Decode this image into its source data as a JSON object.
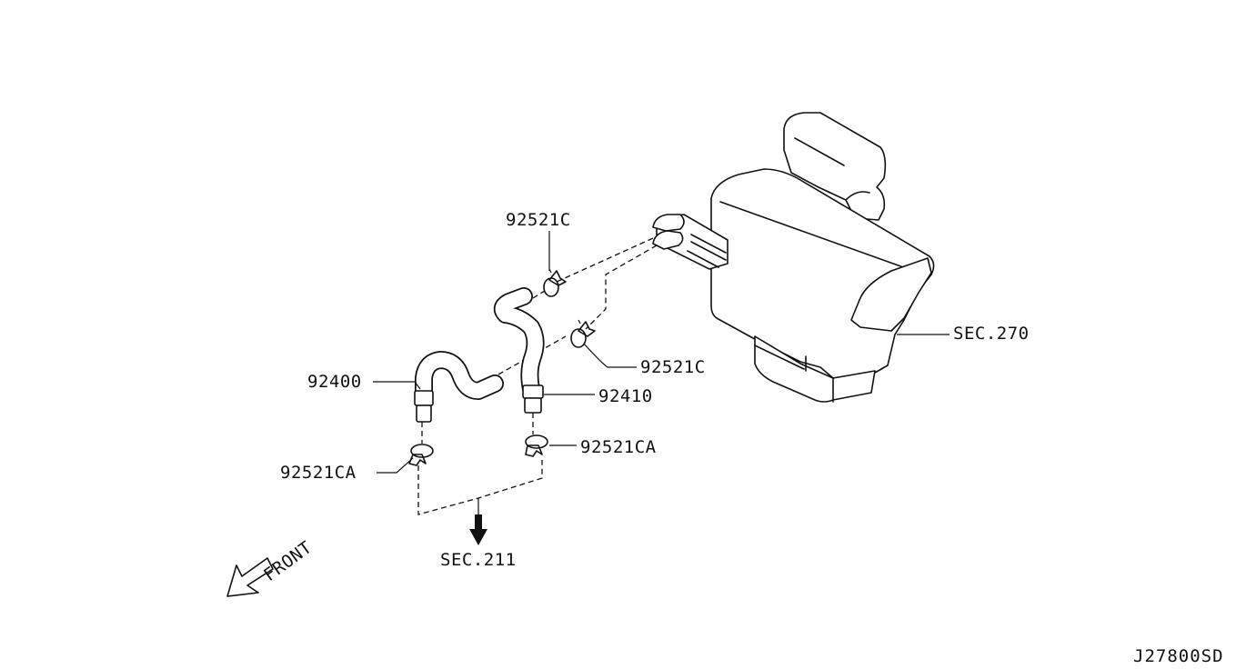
{
  "labels": {
    "part_92521c_top": "92521C",
    "part_92521c_mid": "92521C",
    "part_92400": "92400",
    "part_92410": "92410",
    "part_92521ca_left": "92521CA",
    "part_92521ca_right": "92521CA",
    "sec_270": "SEC.270",
    "sec_211": "SEC.211",
    "front": "FRONT"
  },
  "diagram_code": "J27800SD"
}
